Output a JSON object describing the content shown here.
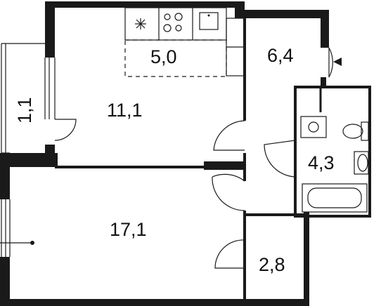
{
  "rooms": {
    "kitchen_zone": {
      "area": "5,0"
    },
    "living_kitchen": {
      "area": "11,1"
    },
    "balcony": {
      "area": "1,1"
    },
    "hallway": {
      "area": "6,4"
    },
    "bathroom": {
      "area": "4,3"
    },
    "bedroom": {
      "area": "17,1"
    },
    "storage": {
      "area": "2,8"
    }
  },
  "colors": {
    "wall": "#1a1a1a",
    "background": "#ffffff"
  },
  "icons": {
    "entrance": "entrance-arrow-icon",
    "stove_fan": "snowflake-icon"
  }
}
